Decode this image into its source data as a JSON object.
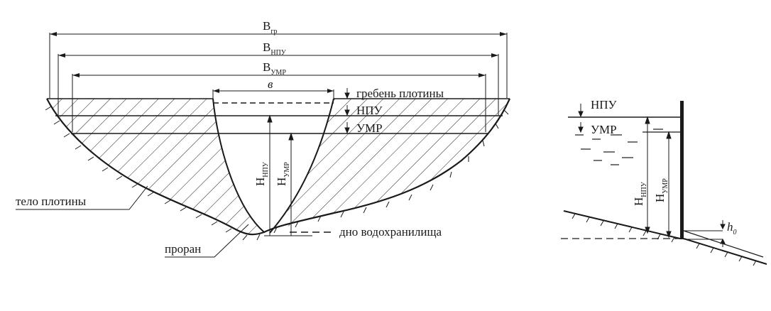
{
  "left_diagram": {
    "dims": {
      "b_gr": {
        "main": "B",
        "sub": "гр"
      },
      "b_npu": {
        "main": "B",
        "sub": "НПУ"
      },
      "b_umr": {
        "main": "B",
        "sub": "УМР"
      },
      "b_small": "в"
    },
    "levels": {
      "crest": "гребень плотины",
      "npu": "НПУ",
      "umr": "УМР"
    },
    "heights": {
      "h_npu": {
        "main": "H",
        "sub": "НПУ"
      },
      "h_umr": {
        "main": "H",
        "sub": "УМР"
      }
    },
    "labels": {
      "dam_body": "тело плотины",
      "breach": "проран",
      "bottom": "дно водохранилища"
    }
  },
  "right_diagram": {
    "levels": {
      "npu": "НПУ",
      "umr": "УМР"
    },
    "heights": {
      "h_npu": {
        "main": "H",
        "sub": "НПУ"
      },
      "h_umr": {
        "main": "H",
        "sub": "УМР"
      },
      "h0": {
        "main": "h",
        "sub": "0"
      }
    }
  }
}
